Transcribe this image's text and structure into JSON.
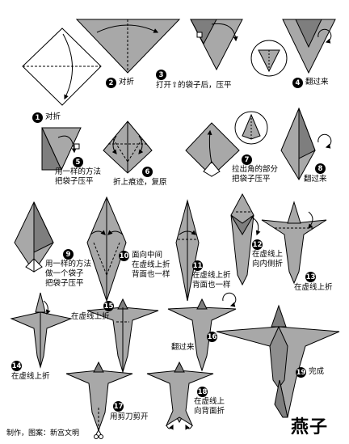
{
  "title": "燕子",
  "credit": "制作，图案：新宫文明",
  "steps": [
    {
      "num": "1",
      "lines": [
        "对折"
      ]
    },
    {
      "num": "2",
      "lines": [
        "对折"
      ]
    },
    {
      "num": "3",
      "lines": [
        "打开⇧的袋子后，压平"
      ]
    },
    {
      "num": "4",
      "lines": [
        "翻过来"
      ]
    },
    {
      "num": "5",
      "lines": [
        "用一样的方法",
        "把袋子压平"
      ]
    },
    {
      "num": "6",
      "lines": [
        "折上痕迹，复原"
      ]
    },
    {
      "num": "7",
      "lines": [
        "拉出角的部分",
        "把袋子压平"
      ]
    },
    {
      "num": "8",
      "lines": [
        "翻过来"
      ]
    },
    {
      "num": "9",
      "lines": [
        "用一样的方法",
        "做一个袋子",
        "把袋子压平"
      ]
    },
    {
      "num": "10",
      "lines": [
        "面向中间",
        "在虚线上折",
        "背面也一样"
      ]
    },
    {
      "num": "11",
      "lines": [
        "在虚线上折",
        "背面也一样"
      ]
    },
    {
      "num": "12",
      "lines": [
        "在虚线上",
        "向内侧折"
      ]
    },
    {
      "num": "13",
      "lines": [
        "在虚线上折"
      ]
    },
    {
      "num": "14",
      "lines": [
        "在虚线上折"
      ]
    },
    {
      "num": "15",
      "lines": [
        "在虚线上折"
      ]
    },
    {
      "num": "16",
      "lines": [
        "翻过来"
      ]
    },
    {
      "num": "17",
      "lines": [
        "用剪刀剪开"
      ]
    },
    {
      "num": "18",
      "lines": [
        "在虚线上",
        "向背面折"
      ]
    },
    {
      "num": "19",
      "lines": [
        "完成"
      ]
    }
  ],
  "colors": {
    "paper": "#a8a8a8",
    "paper_dark": "#7e7e7e",
    "paper_light": "#e4e4e4",
    "line": "#000000"
  }
}
